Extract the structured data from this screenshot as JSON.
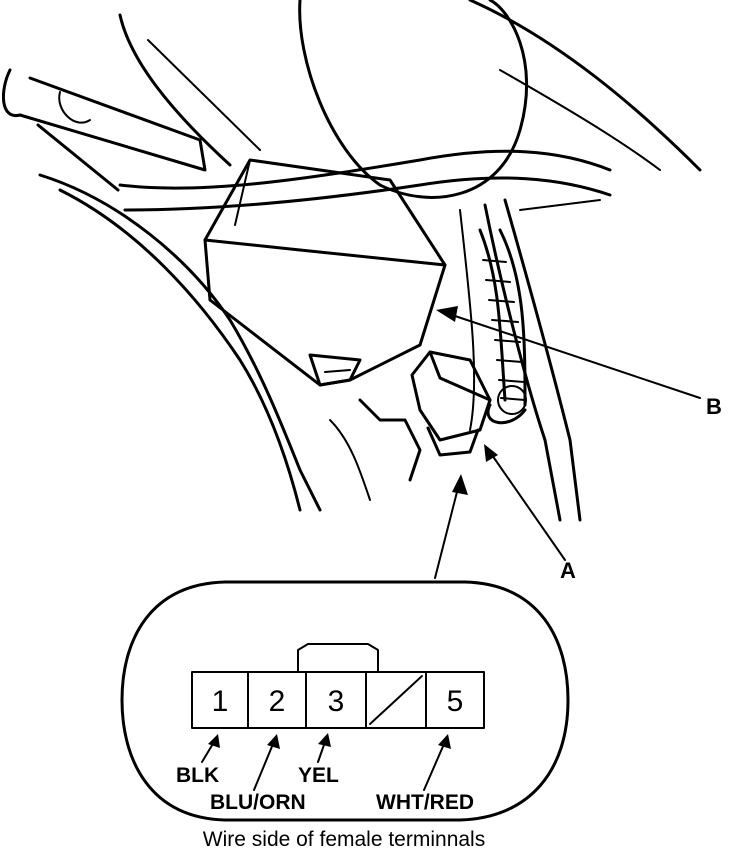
{
  "callouts": {
    "a": "A",
    "b": "B"
  },
  "connector": {
    "pins": [
      "1",
      "2",
      "3",
      "",
      "5"
    ],
    "wires": {
      "pin1": "BLK",
      "pin2": "BLU/ORN",
      "pin3": "YEL",
      "pin5": "WHT/RED"
    },
    "caption": "Wire side of female terminnals"
  },
  "colors": {
    "ink": "#000000",
    "paper": "#ffffff"
  }
}
